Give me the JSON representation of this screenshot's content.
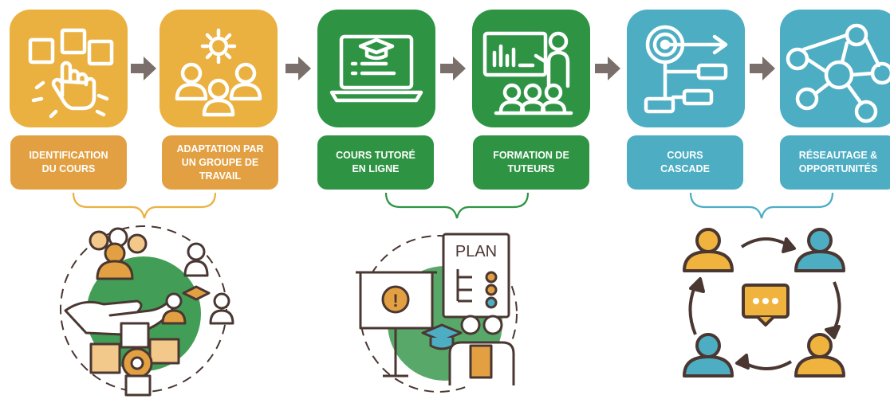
{
  "colors": {
    "orange": "#EAB140",
    "orange_label": "#E2A042",
    "green": "#2E9444",
    "teal": "#4DADC3",
    "arrow": "#7A6F6A",
    "outline": "#4A3732"
  },
  "steps": [
    {
      "icon": "hand-touch-screens-icon",
      "label": "IDENTIFICATION\nDU COURS"
    },
    {
      "icon": "group-gear-icon",
      "label": "ADAPTATION PAR\nUN GROUPE DE\nTRAVAIL"
    },
    {
      "icon": "laptop-graduation-cap-icon",
      "label": "COURS TUTORÉ\nEN LIGNE"
    },
    {
      "icon": "teacher-classroom-icon",
      "label": "FORMATION DE\nTUTEURS"
    },
    {
      "icon": "target-flowchart-icon",
      "label": "COURS\nCASCADE"
    },
    {
      "icon": "network-people-icon",
      "label": "RÉSEAUTAGE &\nOPPORTUNITÉS"
    }
  ],
  "plan_sign": "PLAN",
  "illustrations": [
    {
      "icon": "community-collaboration-icon"
    },
    {
      "icon": "training-plan-icon"
    },
    {
      "icon": "peer-exchange-cycle-icon"
    }
  ]
}
